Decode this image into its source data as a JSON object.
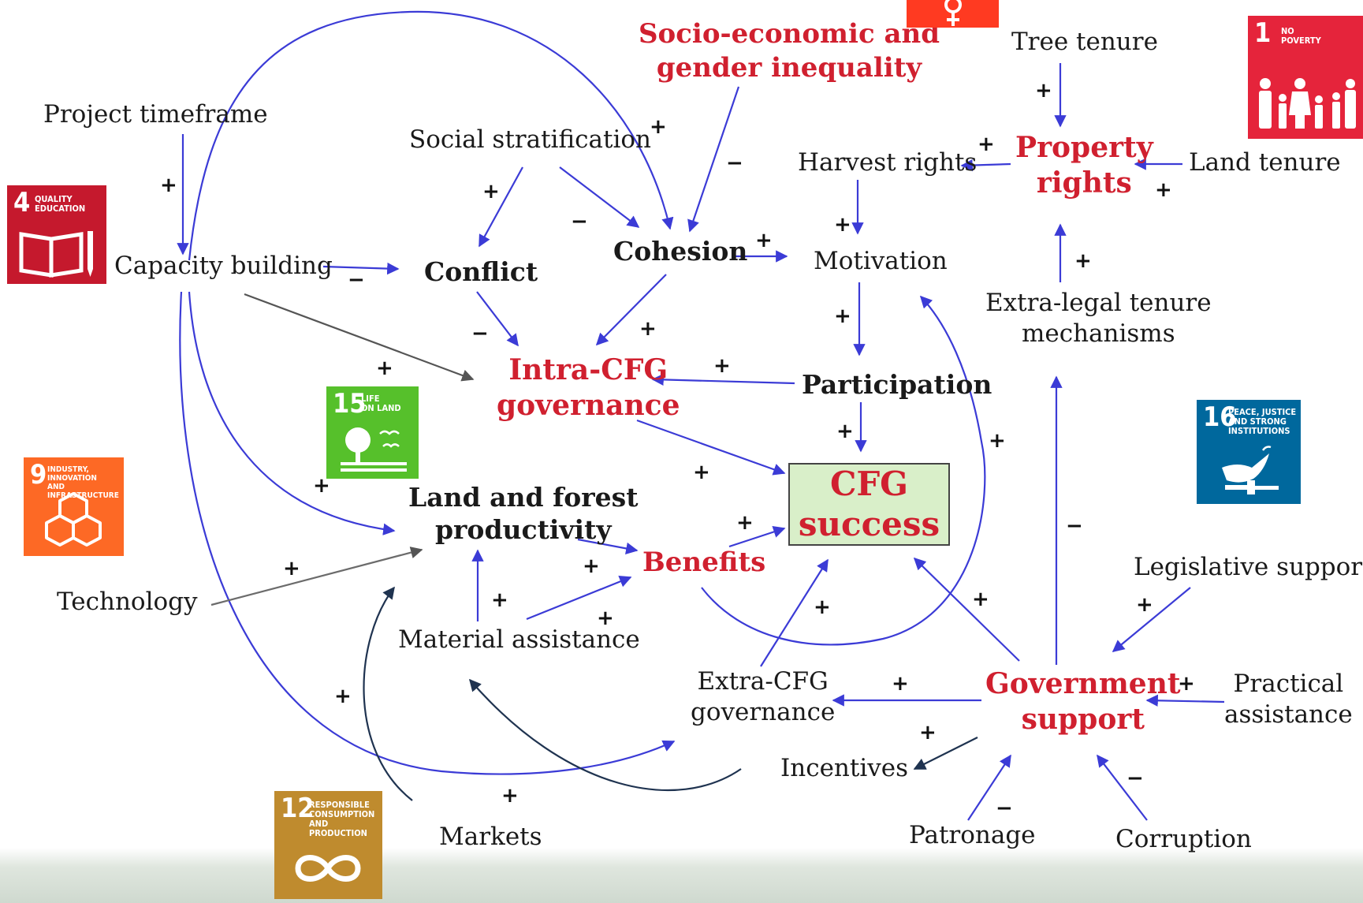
{
  "nodes": {
    "project_timeframe": "Project timeframe",
    "capacity_building": "Capacity building",
    "social_stratification": "Social stratification",
    "socio_economic_line1": "Socio-economic and",
    "socio_economic_line2": "gender inequality",
    "tree_tenure": "Tree tenure",
    "harvest_rights": "Harvest rights",
    "property_rights_line1": "Property",
    "property_rights_line2": "rights",
    "land_tenure": "Land tenure",
    "conflict": "Conflict",
    "cohesion": "Cohesion",
    "motivation": "Motivation",
    "extra_legal_line1": "Extra-legal tenure",
    "extra_legal_line2": "mechanisms",
    "intra_cfg_line1": "Intra-CFG",
    "intra_cfg_line2": "governance",
    "participation": "Participation",
    "cfg_success_line1": "CFG",
    "cfg_success_line2": "success",
    "land_forest_line1": "Land and forest",
    "land_forest_line2": "productivity",
    "benefits": "Benefits",
    "technology": "Technology",
    "material_assistance": "Material assistance",
    "legislative_support": "Legislative support",
    "extra_cfg_line1": "Extra-CFG",
    "extra_cfg_line2": "governance",
    "government_support_line1": "Government",
    "government_support_line2": "support",
    "practical_assistance_line1": "Practical",
    "practical_assistance_line2": "assistance",
    "incentives": "Incentives",
    "markets": "Markets",
    "patronage": "Patronage",
    "corruption": "Corruption"
  },
  "signs": {
    "plus": "+",
    "minus": "−"
  },
  "sdg_badges": {
    "sdg1": {
      "number": "1",
      "title_line1": "NO",
      "title_line2": "POVERTY",
      "color": "#e5243b",
      "icon": "family-icon"
    },
    "sdg4": {
      "number": "4",
      "title_line1": "QUALITY",
      "title_line2": "EDUCATION",
      "color": "#c5192d",
      "icon": "book-icon"
    },
    "sdg5_partial": {
      "color": "#ff3a21",
      "icon": "gender-icon"
    },
    "sdg9": {
      "number": "9",
      "title_line1": "INDUSTRY, INNOVATION",
      "title_line2": "AND INFRASTRUCTURE",
      "color": "#fd6925",
      "icon": "cubes-icon"
    },
    "sdg12": {
      "number": "12",
      "title_line1": "RESPONSIBLE",
      "title_line2": "CONSUMPTION",
      "title_line3": "AND PRODUCTION",
      "color": "#bf8b2e",
      "icon": "infinity-icon"
    },
    "sdg15": {
      "number": "15",
      "title_line1": "LIFE",
      "title_line2": "ON LAND",
      "color": "#56c02b",
      "icon": "tree-birds-icon"
    },
    "sdg16": {
      "number": "16",
      "title_line1": "PEACE, JUSTICE",
      "title_line2": "AND STRONG",
      "title_line3": "INSTITUTIONS",
      "color": "#00689d",
      "icon": "dove-gavel-icon"
    }
  },
  "colors": {
    "arrow_blue": "#3b3bd6",
    "arrow_gray": "#6b6b6b",
    "arrow_navy": "#1f3350",
    "red_text": "#d0202f",
    "cfg_box_fill": "#d9efc9"
  }
}
